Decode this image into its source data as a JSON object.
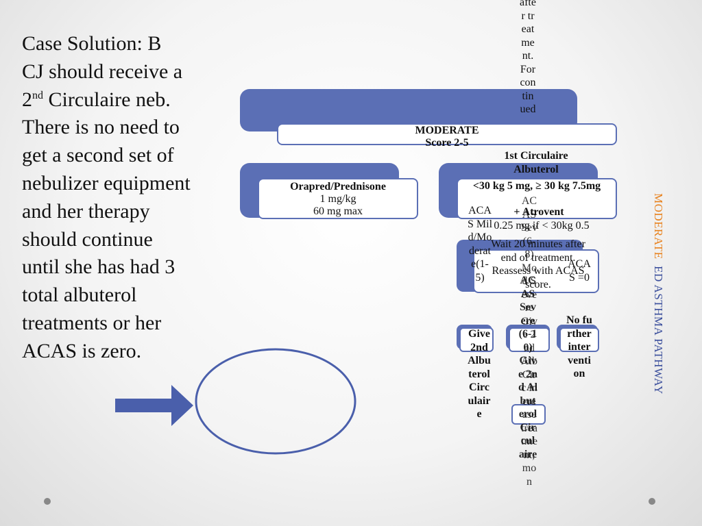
{
  "case_text": {
    "line1": "Case Solution:  B",
    "line2": "CJ should receive a",
    "line3_pre": "2",
    "line3_sup": "nd",
    "line3_post": " Circulaire neb.",
    "line4": "There is no need to",
    "line5": "get a second set of",
    "line6": "nebulizer equipment",
    "line7": "and her therapy",
    "line8": "should continue",
    "line9": "until she has had 3",
    "line10": "total albuterol",
    "line11": "treatments or her",
    "line12": "ACAS is zero."
  },
  "flowchart": {
    "title": "MODERATE",
    "score": "Score 2-5",
    "oral_title": "Orapred/Prednisone",
    "oral_dose": "1 mg/kg",
    "oral_max": "60 mg max",
    "alb_title": "1st Circulaire Albuterol",
    "alb_dose": "<30 kg 5 mg,  ≥ 30 kg 7.5mg",
    "alb_plus": "+ Atrovent",
    "alb_atro": "0.25 mg if < 30kg 0.5",
    "wait_text": "Wait 20 minutes after end of treatment. Reassess with ACAS score.",
    "acas_zero": "ACAS =0",
    "acas_mild": "ACAS Mild/Moderate(1-5)",
    "give_text": "Give 2nd Albuterol Circulaire",
    "no_further": "No further intervention",
    "top_spill": "after treatment. For continued",
    "severe_mix": "ACAS Severe (6-10) Give 2nd Albuterol Circulaire",
    "severe_stack": "ACAS Sev (6-8) Mod Severe Give 2nd Alb Circ increase treatment, mon"
  },
  "side_title": {
    "moderate": "MODERATE",
    "path": "ED ASTHMA PATHWAY"
  },
  "colors": {
    "accent_blue": "#5b6fb5",
    "arrow_blue": "#4a5fab",
    "orange": "#e8821e"
  }
}
